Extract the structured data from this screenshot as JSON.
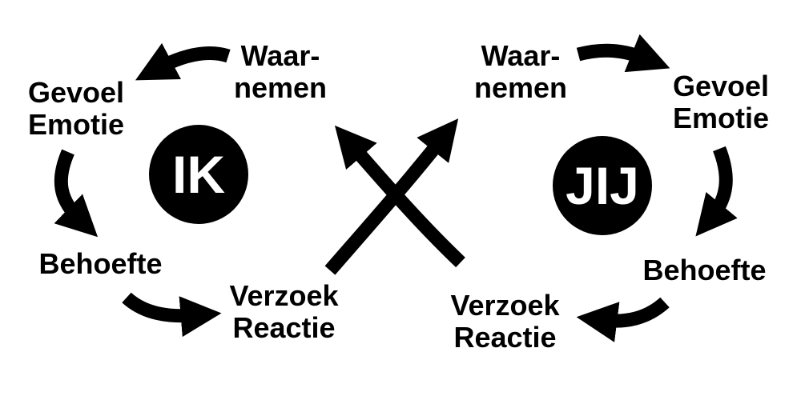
{
  "colors": {
    "ink": "#000000",
    "paper": "#ffffff"
  },
  "left": {
    "center": "IK",
    "waarnemen": [
      "Waar-",
      "nemen"
    ],
    "gevoel": [
      "Gevoel",
      "Emotie"
    ],
    "behoefte": "Behoefte",
    "verzoek": [
      "Verzoek",
      "Reactie"
    ]
  },
  "right": {
    "center": "JIJ",
    "waarnemen": [
      "Waar-",
      "nemen"
    ],
    "gevoel": [
      "Gevoel",
      "Emotie"
    ],
    "behoefte": "Behoefte",
    "verzoek": [
      "Verzoek",
      "Reactie"
    ]
  },
  "arrows": [
    "arrow-waarnemen-to-gevoel-left",
    "arrow-gevoel-to-behoefte-left",
    "arrow-behoefte-to-verzoek-left",
    "arrow-waarnemen-to-gevoel-right",
    "arrow-gevoel-to-behoefte-right",
    "arrow-behoefte-to-verzoek-right",
    "arrow-cross-left-verzoek-to-right-waarnemen",
    "arrow-cross-right-verzoek-to-left-waarnemen"
  ]
}
